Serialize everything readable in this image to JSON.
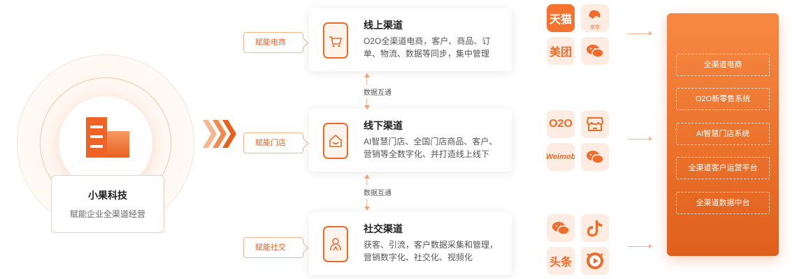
{
  "company": {
    "name": "小果科技",
    "subtitle": "赋能企业全渠道经营"
  },
  "tags": [
    "赋能电商",
    "赋能门店",
    "赋能社交"
  ],
  "channels": [
    {
      "title": "线上渠道",
      "desc": "O2O全渠道电商，客户、商品、订单、物流、数据等同步，集中管理",
      "icon": "cart-icon"
    },
    {
      "title": "线下渠道",
      "desc": "AI智慧门店、全国门店商品、客户、营销等全数字化、并打造线上线下",
      "icon": "house-icon"
    },
    {
      "title": "社交渠道",
      "desc": "获客、引流，客户数据采集和管理，营销数字化、社交化、视频化",
      "icon": "people-icon"
    }
  ],
  "sync_label": "数据互通",
  "platforms": {
    "online": [
      {
        "name": "天猫",
        "icon": "tmall-icon"
      },
      {
        "name": "京东",
        "icon": "jd-icon"
      },
      {
        "name": "美团",
        "icon": "meituan-icon"
      },
      {
        "name": "",
        "icon": "wechat-icon"
      }
    ],
    "offline": [
      {
        "name": "O2O",
        "icon": "o2o-icon"
      },
      {
        "name": "",
        "icon": "store-icon"
      },
      {
        "name": "Weimob",
        "icon": "weimob-icon"
      },
      {
        "name": "",
        "icon": "wechat-icon"
      }
    ],
    "social": [
      {
        "name": "",
        "icon": "wechat-icon"
      },
      {
        "name": "",
        "icon": "douyin-icon"
      },
      {
        "name": "头条",
        "icon": "toutiao-icon"
      },
      {
        "name": "",
        "icon": "video-icon"
      }
    ]
  },
  "panel_items": [
    "全渠道电商",
    "O2O新零售系统",
    "AI智慧门店系统",
    "全渠道客户运营平台",
    "全渠道数据中台"
  ],
  "colors": {
    "accent": "#f6722f",
    "accent_dark": "#e05f1c",
    "accent_light": "#fdece1"
  }
}
